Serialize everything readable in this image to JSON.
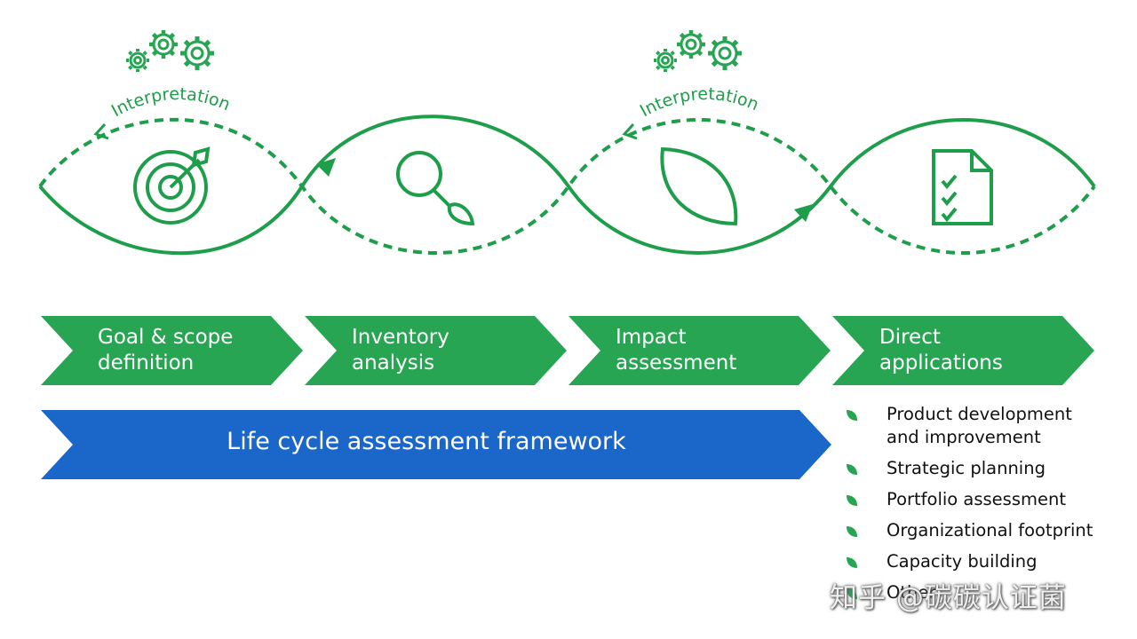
{
  "diagram": {
    "interpretation_labels": [
      "Interpretation",
      "Interpretation"
    ],
    "stages": [
      {
        "lines": [
          "Goal & scope",
          "definition"
        ],
        "icon": "target-icon"
      },
      {
        "lines": [
          "Inventory",
          "analysis"
        ],
        "icon": "magnifier-icon"
      },
      {
        "lines": [
          "Impact",
          "assessment"
        ],
        "icon": "leaf-icon"
      },
      {
        "lines": [
          "Direct",
          "applications"
        ],
        "icon": "checklist-document-icon"
      }
    ],
    "framework_label": "Life cycle assessment framework",
    "applications": [
      {
        "lines": [
          "Product development",
          "and improvement"
        ]
      },
      {
        "lines": [
          "Strategic planning"
        ]
      },
      {
        "lines": [
          "Portfolio assessment"
        ]
      },
      {
        "lines": [
          "Organizational footprint"
        ]
      },
      {
        "lines": [
          "Capacity building"
        ]
      },
      {
        "lines": [
          "Other"
        ]
      }
    ],
    "watermark": "知乎 @碳碳认证菌"
  },
  "colors": {
    "green": "#27a552",
    "green_line": "#1e9e4a",
    "blue": "#1a66c9",
    "text": "#111111"
  }
}
